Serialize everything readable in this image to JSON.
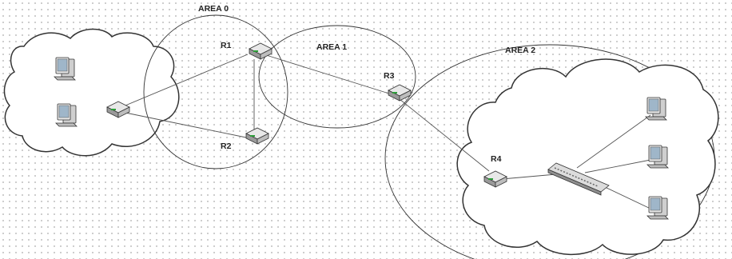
{
  "areas": {
    "area0": "AREA 0",
    "area1": "AREA 1",
    "area2": "AREA 2"
  },
  "routers": {
    "r1": "R1",
    "r2": "R2",
    "r3": "R3",
    "r4": "R4"
  },
  "icons": {
    "router": "router-icon",
    "workstation": "workstation-icon",
    "switch": "switch-icon"
  },
  "colors": {
    "outline": "#333333",
    "link": "#555555",
    "device_body": "#a9a9a9",
    "device_led": "#2e9e3a",
    "monitor_screen": "#9fb6c9"
  }
}
